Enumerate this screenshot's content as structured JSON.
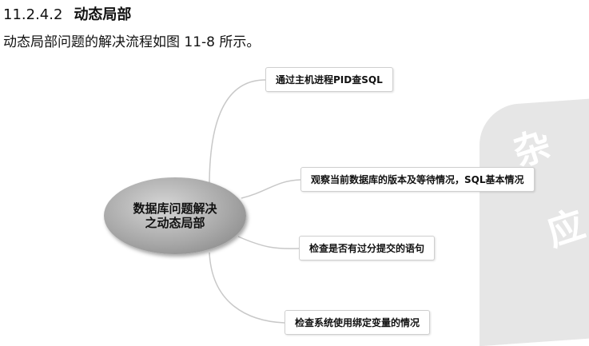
{
  "section": {
    "number": "11.2.4.2",
    "title": "动态局部"
  },
  "intro_text": "动态局部问题的解决流程如图 11-8 所示。",
  "mindmap": {
    "center_line1": "数据库问题解决",
    "center_line2": "之动态局部",
    "branches": [
      {
        "label": "通过主机进程PID查SQL"
      },
      {
        "label": "观察当前数据库的版本及等待情况，SQL基本情况"
      },
      {
        "label": "检查是否有过分提交的语句"
      },
      {
        "label": "检查系统使用绑定变量的情况"
      }
    ]
  },
  "watermark": {
    "glyph1": "杂",
    "glyph2": "应",
    "color": "#e6e6e6"
  }
}
